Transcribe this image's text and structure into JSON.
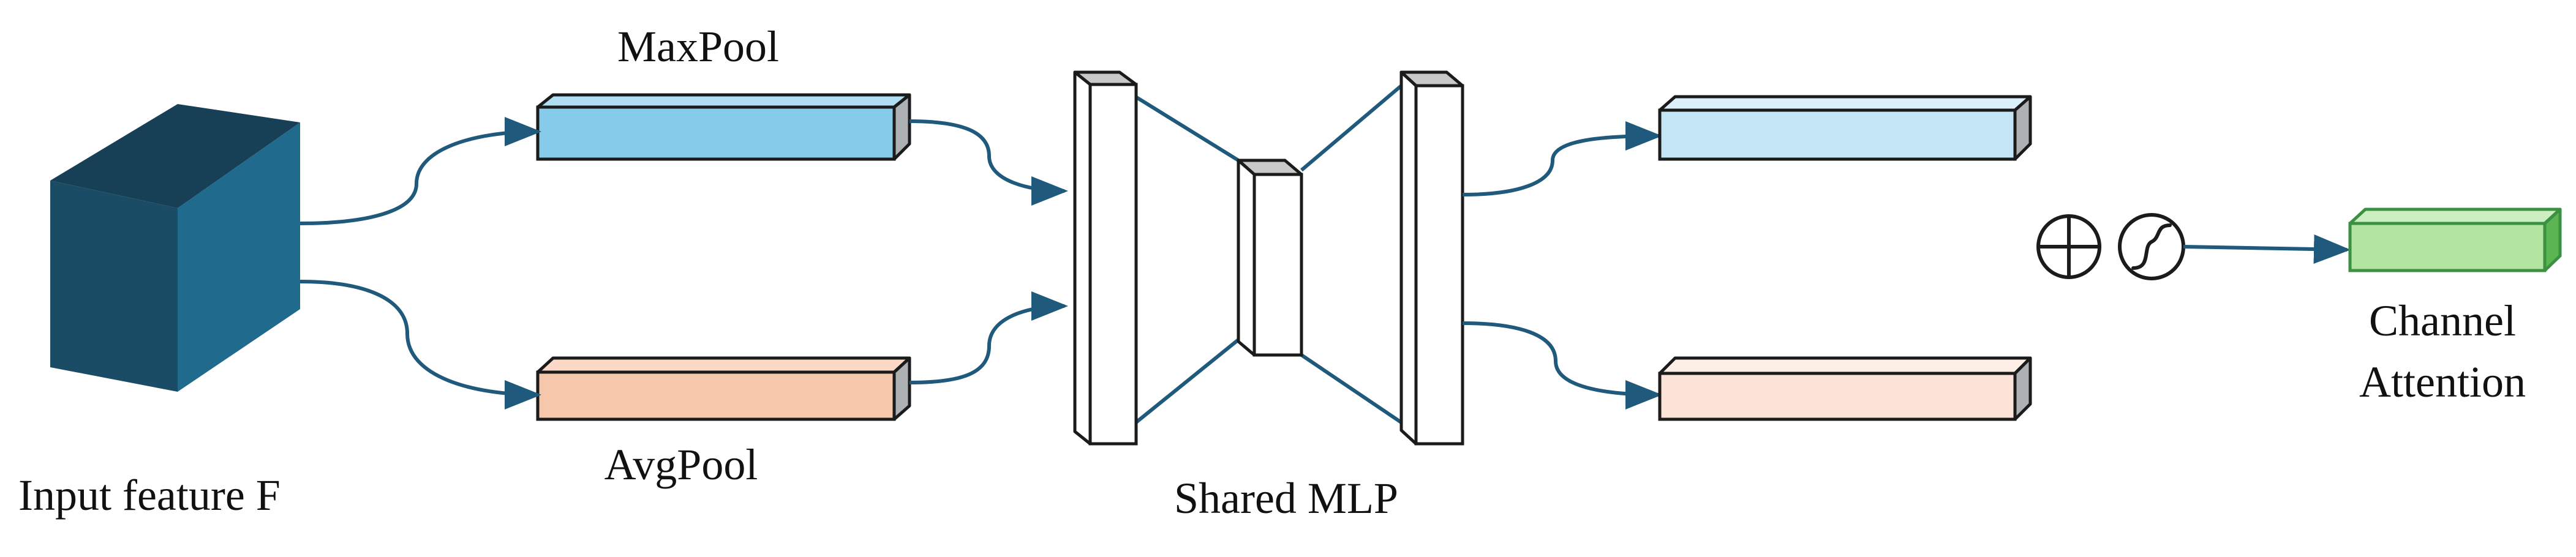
{
  "labels": {
    "input": "Input feature F",
    "maxpool": "MaxPool",
    "avgpool": "AvgPool",
    "mlp": "Shared MLP",
    "output_line1": "Channel",
    "output_line2": "Attention"
  },
  "colors": {
    "cube_front": "#1a4c66",
    "cube_side": "#1f6a8d",
    "cube_top": "#173f56",
    "maxpool_fill": "#87cbea",
    "avgpool_fill": "#f7c7ab",
    "maxpool_out_fill": "#c4e6f6",
    "avgpool_out_fill": "#fce3d7",
    "attention_fill": "#b3e4a0",
    "attention_side": "#5cb553",
    "attention_stroke": "#3a9142",
    "bar_side": "#aeb1b4",
    "arrow": "#1f5a7c",
    "outline": "#1b1b1b"
  },
  "icons": {
    "sum": "circle-plus-icon",
    "activation": "sigmoid-icon"
  }
}
